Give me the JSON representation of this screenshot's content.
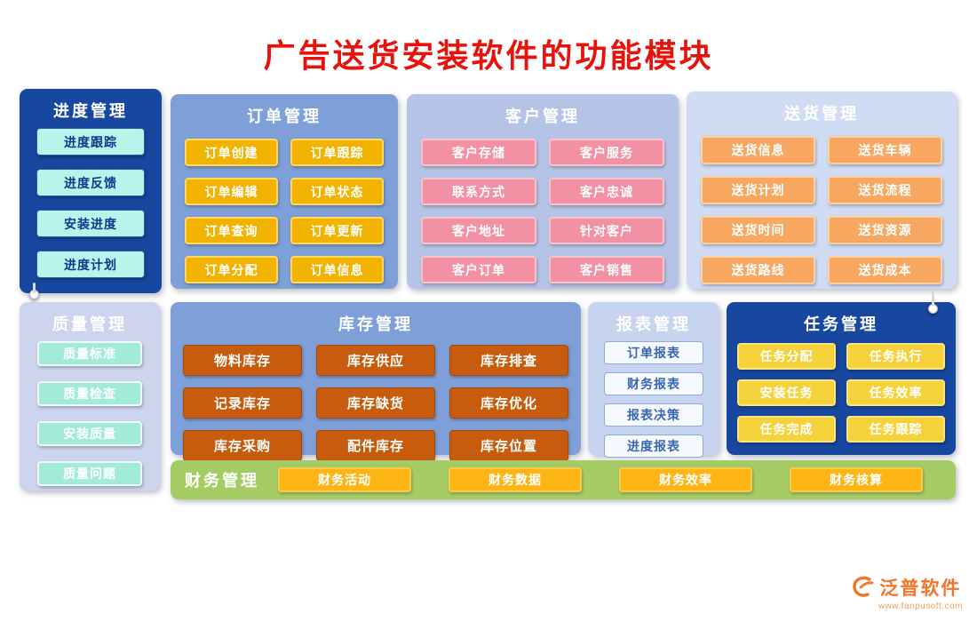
{
  "title": "广告送货安装软件的功能模块",
  "colors": {
    "title_red": "#e8120c",
    "dark_blue_panel": "#17479e",
    "mid_blue_panel": "#7e9fd8",
    "light_blue_panel": "#cfdcf4",
    "green_bar": "#a5cc64",
    "gold_button": "#f2b300",
    "pink_button": "#f291a4",
    "orange_button": "#f7a75f",
    "dark_orange_button": "#c85c0e",
    "yellow_button": "#f6d23a",
    "mint_button": "#a2ebd9",
    "brand_orange": "#f4742a"
  },
  "panels": {
    "progress": {
      "title": "进度管理",
      "items": [
        "进度跟踪",
        "进度反馈",
        "安装进度",
        "进度计划"
      ]
    },
    "order": {
      "title": "订单管理",
      "items": [
        "订单创建",
        "订单跟踪",
        "订单编辑",
        "订单状态",
        "订单查询",
        "订单更新",
        "订单分配",
        "订单信息"
      ]
    },
    "customer": {
      "title": "客户管理",
      "items": [
        "客户存储",
        "客户服务",
        "联系方式",
        "客户忠诚",
        "客户地址",
        "针对客户",
        "客户订单",
        "客户销售"
      ]
    },
    "delivery": {
      "title": "送货管理",
      "items": [
        "送货信息",
        "送货车辆",
        "送货计划",
        "送货流程",
        "送货时间",
        "送货资源",
        "送货路线",
        "送货成本"
      ]
    },
    "quality": {
      "title": "质量管理",
      "items": [
        "质量标准",
        "质量检查",
        "安装质量",
        "质量问题"
      ]
    },
    "inventory": {
      "title": "库存管理",
      "items": [
        "物料库存",
        "库存供应",
        "库存排查",
        "记录库存",
        "库存缺货",
        "库存优化",
        "库存采购",
        "配件库存",
        "库存位置"
      ]
    },
    "report": {
      "title": "报表管理",
      "items": [
        "订单报表",
        "财务报表",
        "报表决策",
        "进度报表"
      ]
    },
    "task": {
      "title": "任务管理",
      "items": [
        "任务分配",
        "任务执行",
        "安装任务",
        "任务效率",
        "任务完成",
        "任务跟踪"
      ]
    },
    "finance": {
      "title": "财务管理",
      "items": [
        "财务活动",
        "财务数据",
        "财务效率",
        "财务核算"
      ]
    }
  },
  "footer": {
    "brand": "泛普软件",
    "url": "www.fanpusoft.com"
  }
}
